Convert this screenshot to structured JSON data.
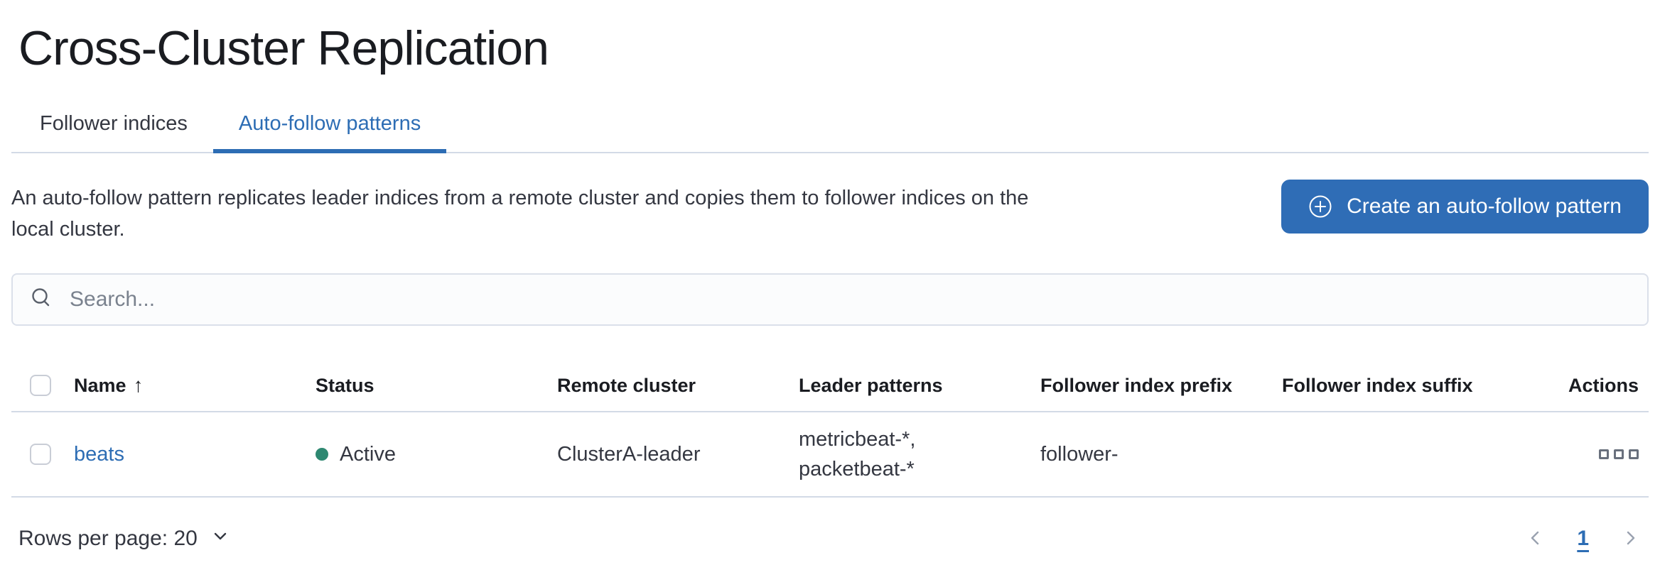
{
  "page": {
    "title": "Cross-Cluster Replication"
  },
  "tabs": [
    {
      "label": "Follower indices",
      "active": false
    },
    {
      "label": "Auto-follow patterns",
      "active": true
    }
  ],
  "intro": {
    "description_lines": [
      "An auto-follow pattern replicates leader indices from a remote cluster and copies them to follower indices on the",
      "local cluster."
    ],
    "create_button_label": "Create an auto-follow pattern",
    "create_button_icon": "plus-in-circle-icon"
  },
  "search": {
    "placeholder": "Search...",
    "value": "",
    "icon": "search-icon"
  },
  "table": {
    "columns": [
      "Name",
      "Status",
      "Remote cluster",
      "Leader patterns",
      "Follower index prefix",
      "Follower index suffix",
      "Actions"
    ],
    "sort": {
      "column": "Name",
      "direction": "ascending",
      "glyph": "↑"
    },
    "rows": [
      {
        "name": "beats",
        "status": "Active",
        "remote_cluster": "ClusterA-leader",
        "leader_patterns_lines": [
          "metricbeat-*,",
          "packetbeat-*"
        ],
        "follower_index_prefix": "follower-",
        "follower_index_suffix": "",
        "actions_icon": "boxes-horizontal-icon"
      }
    ]
  },
  "footer": {
    "rows_per_page_label": "Rows per page: 20",
    "pagination": {
      "current_page": "1"
    }
  },
  "colors": {
    "accent": "#2f6db6",
    "link": "#2d6db4",
    "tab-active": "#2d6db4",
    "status-active": "#2e8871",
    "border": "#d3dae6",
    "muted": "#69707d"
  }
}
